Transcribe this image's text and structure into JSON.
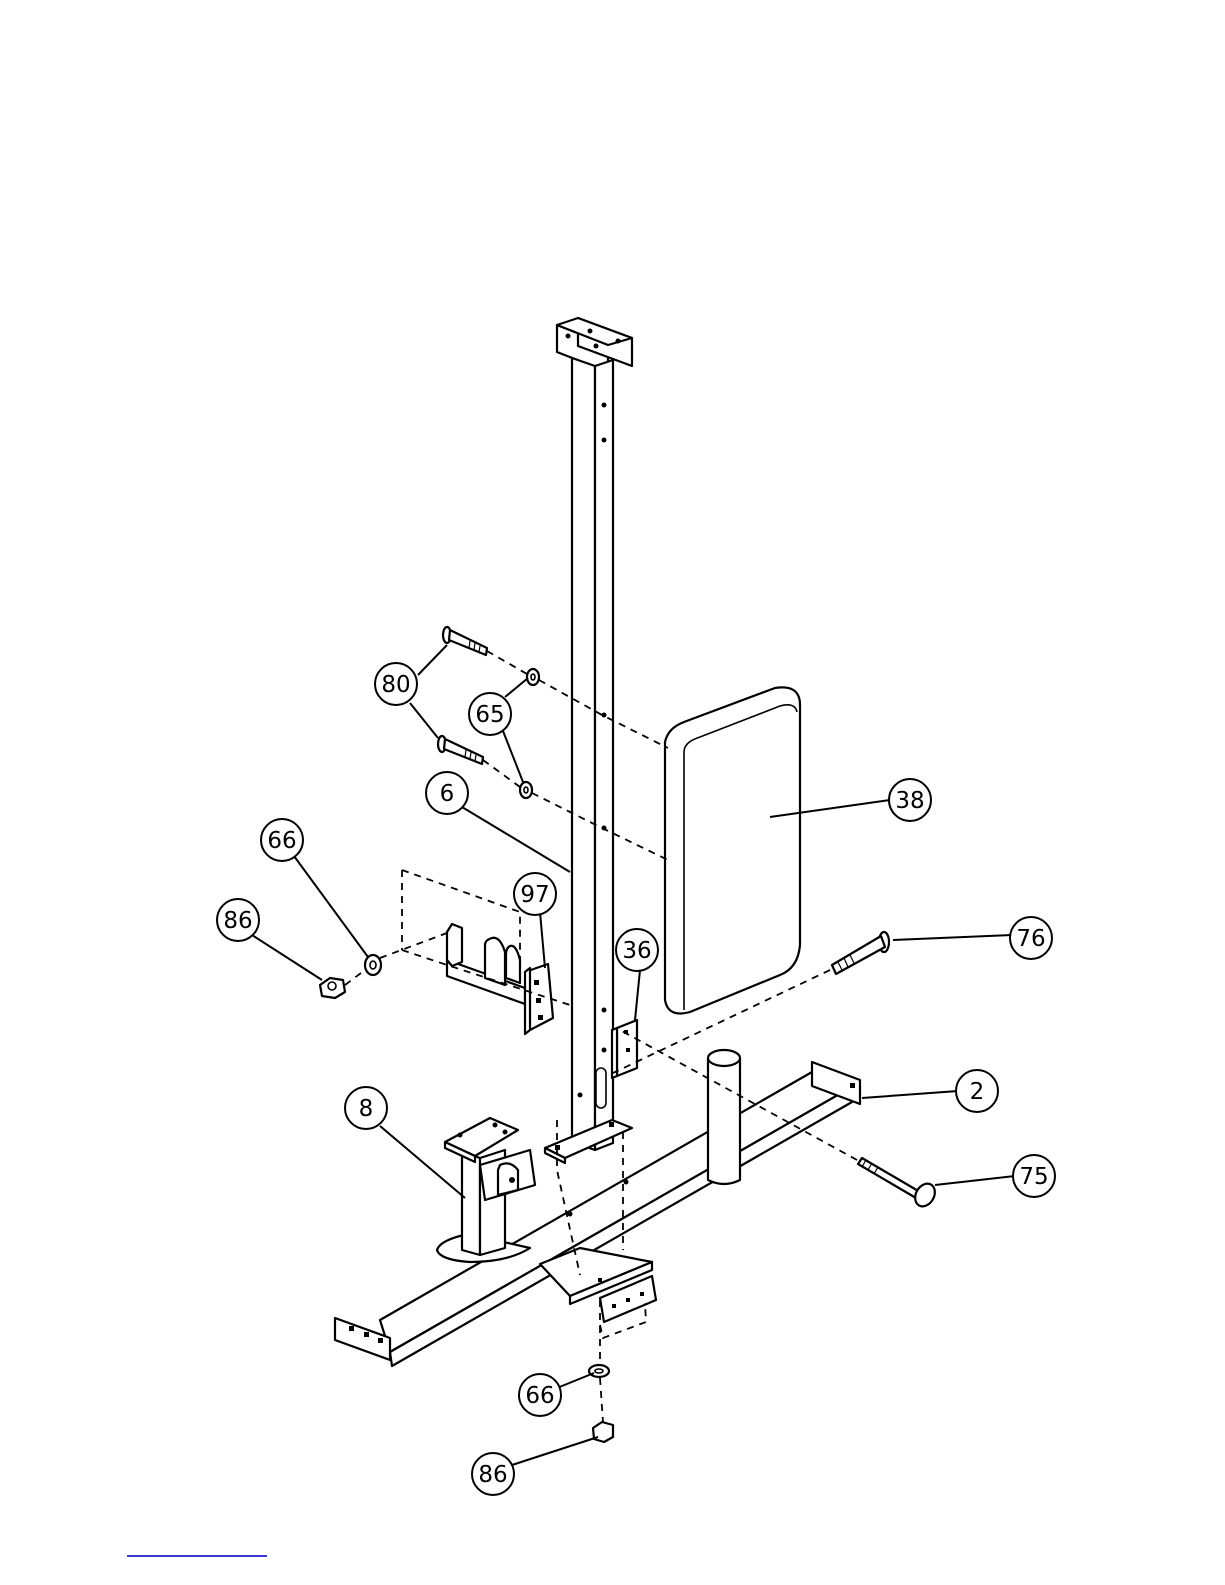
{
  "callouts": [
    {
      "id": "c80",
      "label": "80"
    },
    {
      "id": "c65",
      "label": "65"
    },
    {
      "id": "c6",
      "label": "6"
    },
    {
      "id": "c38",
      "label": "38"
    },
    {
      "id": "c66a",
      "label": "66"
    },
    {
      "id": "c86a",
      "label": "86"
    },
    {
      "id": "c97",
      "label": "97"
    },
    {
      "id": "c36",
      "label": "36"
    },
    {
      "id": "c76",
      "label": "76"
    },
    {
      "id": "c2",
      "label": "2"
    },
    {
      "id": "c8",
      "label": "8"
    },
    {
      "id": "c75",
      "label": "75"
    },
    {
      "id": "c66b",
      "label": "66"
    },
    {
      "id": "c86b",
      "label": "86"
    }
  ]
}
